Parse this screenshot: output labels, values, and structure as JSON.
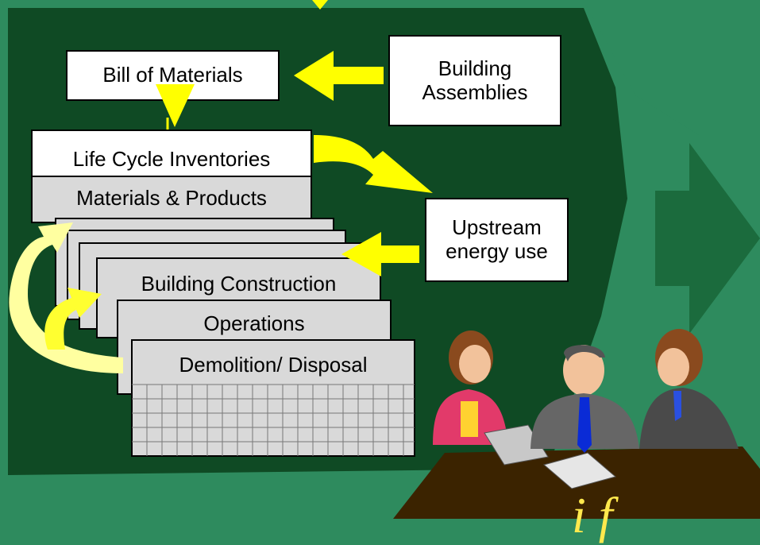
{
  "diagram": {
    "nodes": {
      "bill_of_materials": "Bill of Materials",
      "building_assemblies": "Building\nAssemblies",
      "life_cycle_inventories": "Life Cycle Inventories",
      "materials_products": "Materials & Products",
      "building_construction": "Building Construction",
      "operations": "Operations",
      "demolition_disposal": "Demolition/ Disposal",
      "upstream_energy_use": "Upstream\nenergy use"
    },
    "footer_partial_text": "i f"
  },
  "colors": {
    "background": "#2e8b5e",
    "panel": "#0f4a24",
    "arrow": "#ffff00",
    "box": "#ffffff",
    "stack_sheet": "#d9d9d9",
    "table": "#3b2300"
  }
}
